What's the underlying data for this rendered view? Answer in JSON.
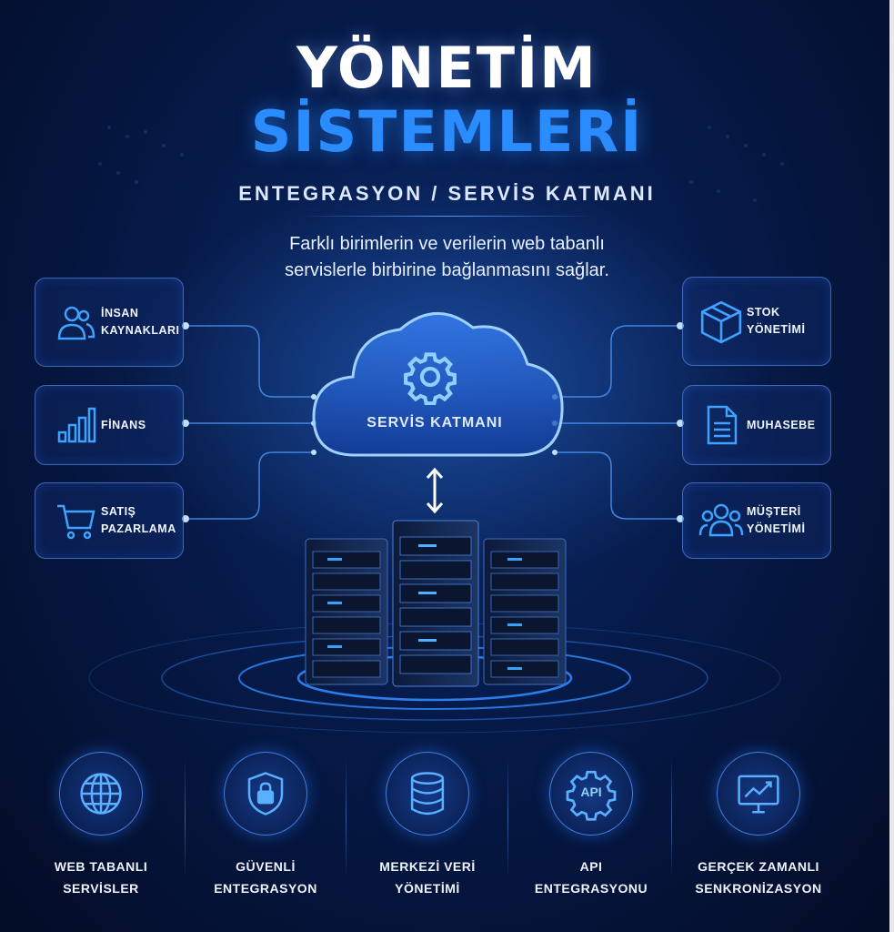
{
  "header": {
    "title_line1": "YÖNETİM",
    "title_line2": "SİSTEMLERİ",
    "subtitle": "ENTEGRASYON / SERVİS KATMANI",
    "description_line1": "Farklı birimlerin ve verilerin web tabanlı",
    "description_line2": "servislerle birbirine bağlanmasını sağlar."
  },
  "center": {
    "label": "SERVİS KATMANI"
  },
  "left_modules": [
    {
      "line1": "İNSAN",
      "line2": "KAYNAKLARI",
      "icon": "users-icon"
    },
    {
      "line1": "FİNANS",
      "line2": "",
      "icon": "bar-chart-icon"
    },
    {
      "line1": "SATIŞ",
      "line2": "PAZARLAMA",
      "icon": "shopping-cart-icon"
    }
  ],
  "right_modules": [
    {
      "line1": "STOK",
      "line2": "YÖNETİMİ",
      "icon": "box-icon"
    },
    {
      "line1": "MUHASEBE",
      "line2": "",
      "icon": "document-icon"
    },
    {
      "line1": "MÜŞTERİ",
      "line2": "YÖNETİMİ",
      "icon": "customers-icon"
    }
  ],
  "features": [
    {
      "line1": "WEB TABANLI",
      "line2": "SERVİSLER",
      "icon": "globe-icon"
    },
    {
      "line1": "GÜVENLİ",
      "line2": "ENTEGRASYON",
      "icon": "shield-lock-icon"
    },
    {
      "line1": "MERKEZİ VERİ",
      "line2": "YÖNETİMİ",
      "icon": "database-icon"
    },
    {
      "line1": "API",
      "line2": "ENTEGRASYONU",
      "icon": "api-gear-icon",
      "badge": "API"
    },
    {
      "line1": "GERÇEK ZAMANLI",
      "line2": "SENKRONİZASYON",
      "icon": "monitor-chart-icon"
    }
  ],
  "colors": {
    "accent": "#2b8cff",
    "background": "#061a48",
    "glow": "#4fa3ff"
  }
}
